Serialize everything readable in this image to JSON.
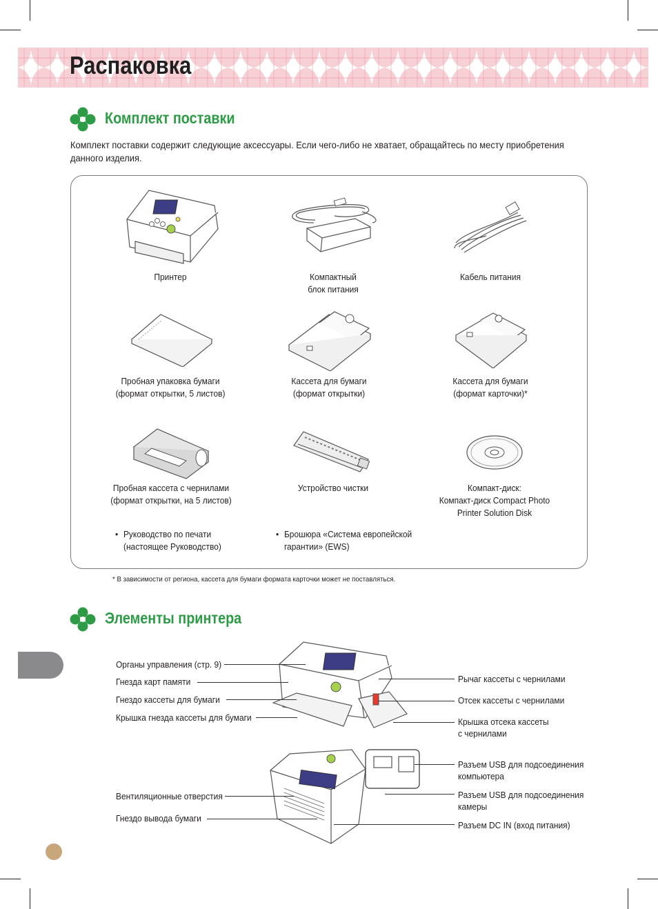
{
  "page": {
    "title": "Распаковка",
    "accent_color": "#2e9c46",
    "banner_color": "#f6c9cf"
  },
  "package": {
    "heading": "Комплект поставки",
    "intro": "Комплект поставки содержит следующие аксессуары. Если чего-либо не хватает, обращайтесь по месту приобретения данного изделия.",
    "items": [
      {
        "lines": [
          "Принтер"
        ]
      },
      {
        "lines": [
          "Компактный",
          "блок питания"
        ]
      },
      {
        "lines": [
          "Кабель питания"
        ]
      },
      {
        "lines": [
          "Пробная упаковка бумаги",
          "(формат открытки, 5 листов)"
        ]
      },
      {
        "lines": [
          "Кассета для бумаги",
          "(формат открытки)"
        ]
      },
      {
        "lines": [
          "Кассета для бумаги",
          "(формат карточки)*"
        ]
      },
      {
        "lines": [
          "Пробная кассета с чернилами",
          "(формат открытки, на 5 листов)"
        ]
      },
      {
        "lines": [
          "Устройство чистки"
        ]
      },
      {
        "lines": [
          "Компакт-диск:",
          "Компакт-диск Compact Photo",
          "Printer Solution Disk"
        ]
      }
    ],
    "bullets": [
      {
        "lines": [
          "Руководство по печати",
          "(настоящее Руководство)"
        ]
      },
      {
        "lines": [
          "Брошюра «Система европейской",
          "гарантии» (EWS)"
        ]
      }
    ],
    "footnote": "*  В зависимости от региона, кассета для бумаги формата карточки может не поставляться."
  },
  "parts": {
    "heading": "Элементы принтера",
    "left_labels": [
      "Органы управления (стр. 9)",
      "Гнезда карт памяти",
      "Гнездо кассеты для бумаги",
      "Крышка гнезда кассеты для бумаги",
      "Вентиляционные отверстия",
      "Гнездо вывода бумаги"
    ],
    "right_labels": [
      {
        "lines": [
          "Рычаг кассеты с чернилами"
        ]
      },
      {
        "lines": [
          "Отсек кассеты с чернилами"
        ]
      },
      {
        "lines": [
          "Крышка отсека кассеты",
          "с чернилами"
        ]
      },
      {
        "lines": [
          "Разъем USB для подсоединения",
          "компьютера"
        ]
      },
      {
        "lines": [
          "Разъем USB для подсоединения",
          "камеры"
        ]
      },
      {
        "lines": [
          "Разъем DC IN (вход питания)"
        ]
      }
    ]
  },
  "icons": [
    "clover-icon",
    "printer-illustration",
    "power-adapter-illustration",
    "power-cable-illustration",
    "paper-pack-illustration",
    "paper-cassette-illustration",
    "ink-cassette-illustration",
    "cleaning-unit-illustration",
    "cd-illustration"
  ]
}
